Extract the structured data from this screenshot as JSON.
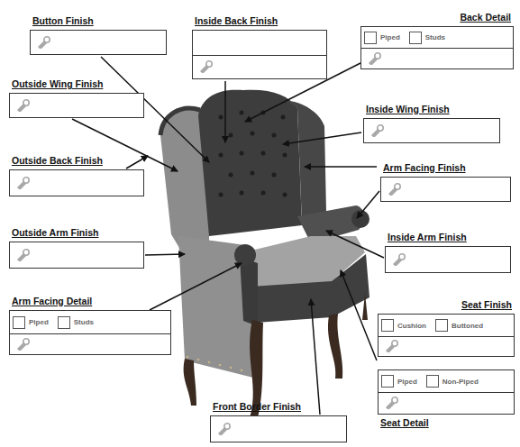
{
  "diagram": {
    "nodes": [
      {
        "text": [
          "Button Finish"
        ]
      },
      {
        "text": [
          "Inside Back Finish"
        ]
      },
      {
        "text": [
          "Back Detail",
          "Piped",
          "Studs"
        ]
      },
      {
        "text": [
          "Outside Wing Finish"
        ]
      },
      {
        "text": [
          "Inside Wing Finish"
        ]
      },
      {
        "text": [
          "Outside Back Finish"
        ]
      },
      {
        "text": [
          "Arm Facing Finish"
        ]
      },
      {
        "text": [
          "Outside Arm Finish"
        ]
      },
      {
        "text": [
          "Inside Arm Finish"
        ]
      },
      {
        "text": [
          "Arm Facing Detail",
          "Piped",
          "Studs"
        ]
      },
      {
        "text": [
          "Seat Finish",
          "Cushion",
          "Buttoned"
        ]
      },
      {
        "text": [
          "Seat Detail",
          "Piped",
          "Non-Piped"
        ]
      },
      {
        "text": [
          "Front Border Finish"
        ]
      }
    ]
  }
}
